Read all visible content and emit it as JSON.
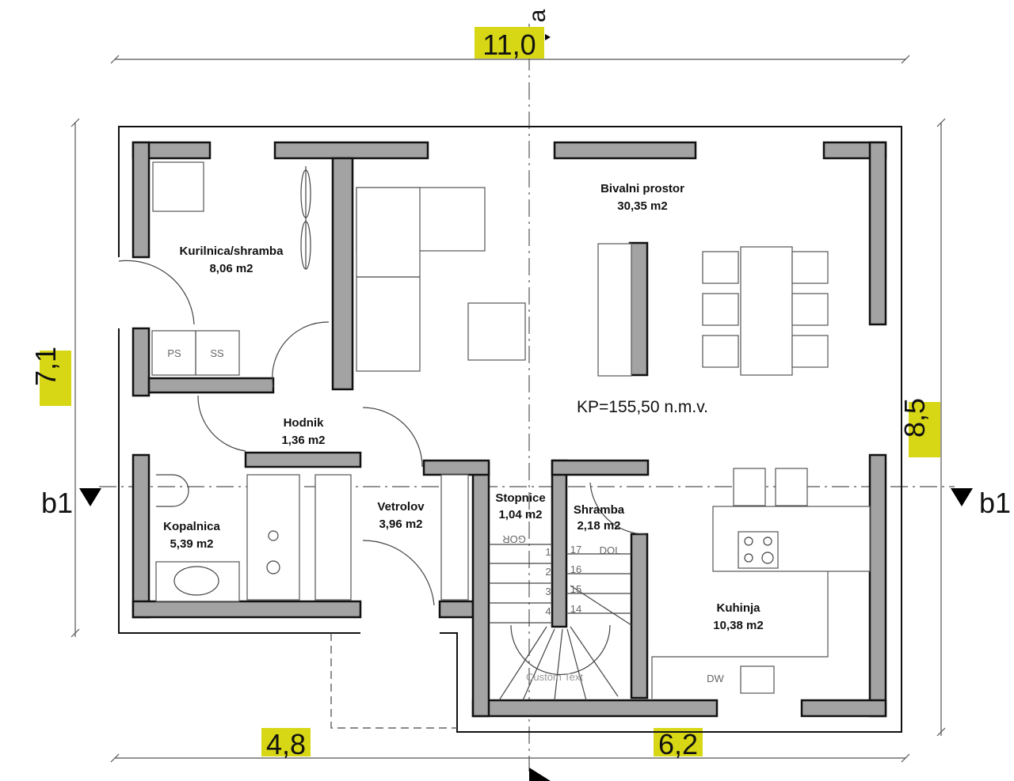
{
  "title": "Floor plan - ground floor",
  "highlight_color": "#d7d716",
  "wall_color": "#a3a3a3",
  "dimensions": {
    "top": "11,0",
    "left": "7,1",
    "right": "8,5",
    "bottom_left": "4,8",
    "bottom_right": "6,2"
  },
  "section_marks": {
    "a": "a",
    "b_left": "b1",
    "b_right": "b1"
  },
  "level_note": "KP=155,50 n.m.v.",
  "rooms": [
    {
      "name": "Kurilnica/shramba",
      "area": "8,06 m2"
    },
    {
      "name": "Bivalni prostor",
      "area": "30,35 m2"
    },
    {
      "name": "Hodnik",
      "area": "1,36 m2"
    },
    {
      "name": "Vetrolov",
      "area": "3,96 m2"
    },
    {
      "name": "Stopnice",
      "area": "1,04 m2"
    },
    {
      "name": "Shramba",
      "area": "2,18 m2"
    },
    {
      "name": "Kopalnica",
      "area": "5,39 m2"
    },
    {
      "name": "Kuhinja",
      "area": "10,38 m2"
    }
  ],
  "appliances": {
    "ps": "PS",
    "ss": "SS",
    "dw": "DW"
  },
  "stairs": {
    "up": "GOR",
    "down": "DOL",
    "steps_left": [
      "1",
      "2",
      "3",
      "4"
    ],
    "steps_right": [
      "17",
      "16",
      "15",
      "14"
    ],
    "note": "Custom Text"
  }
}
